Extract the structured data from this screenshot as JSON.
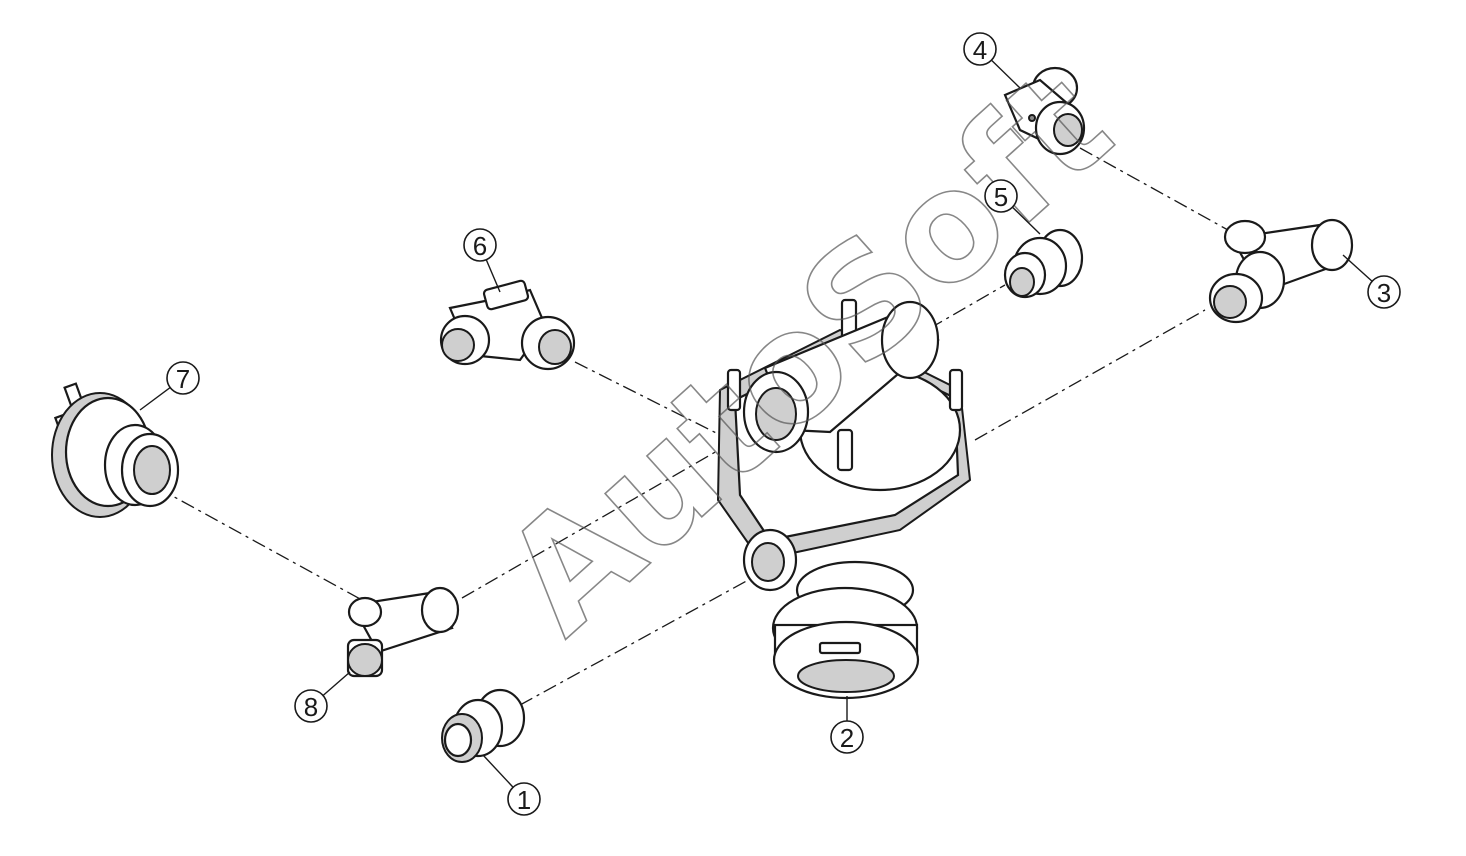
{
  "watermark": "AutoSoft",
  "callouts": [
    {
      "id": "1",
      "label": "1"
    },
    {
      "id": "2",
      "label": "2"
    },
    {
      "id": "3",
      "label": "3"
    },
    {
      "id": "4",
      "label": "4"
    },
    {
      "id": "5",
      "label": "5"
    },
    {
      "id": "6",
      "label": "6"
    },
    {
      "id": "7",
      "label": "7"
    },
    {
      "id": "8",
      "label": "8"
    }
  ],
  "icons": {
    "part-1": "straight-fitting-icon",
    "part-2": "relay-valve-icon",
    "part-3": "tee-fitting-icon",
    "part-4": "swivel-elbow-icon",
    "part-5": "connector-icon",
    "part-6": "elbow-fitting-icon",
    "part-7": "silencer-icon",
    "part-8": "tee-fitting-icon"
  },
  "colors": {
    "line": "#1a1a1a",
    "background": "#ffffff"
  }
}
